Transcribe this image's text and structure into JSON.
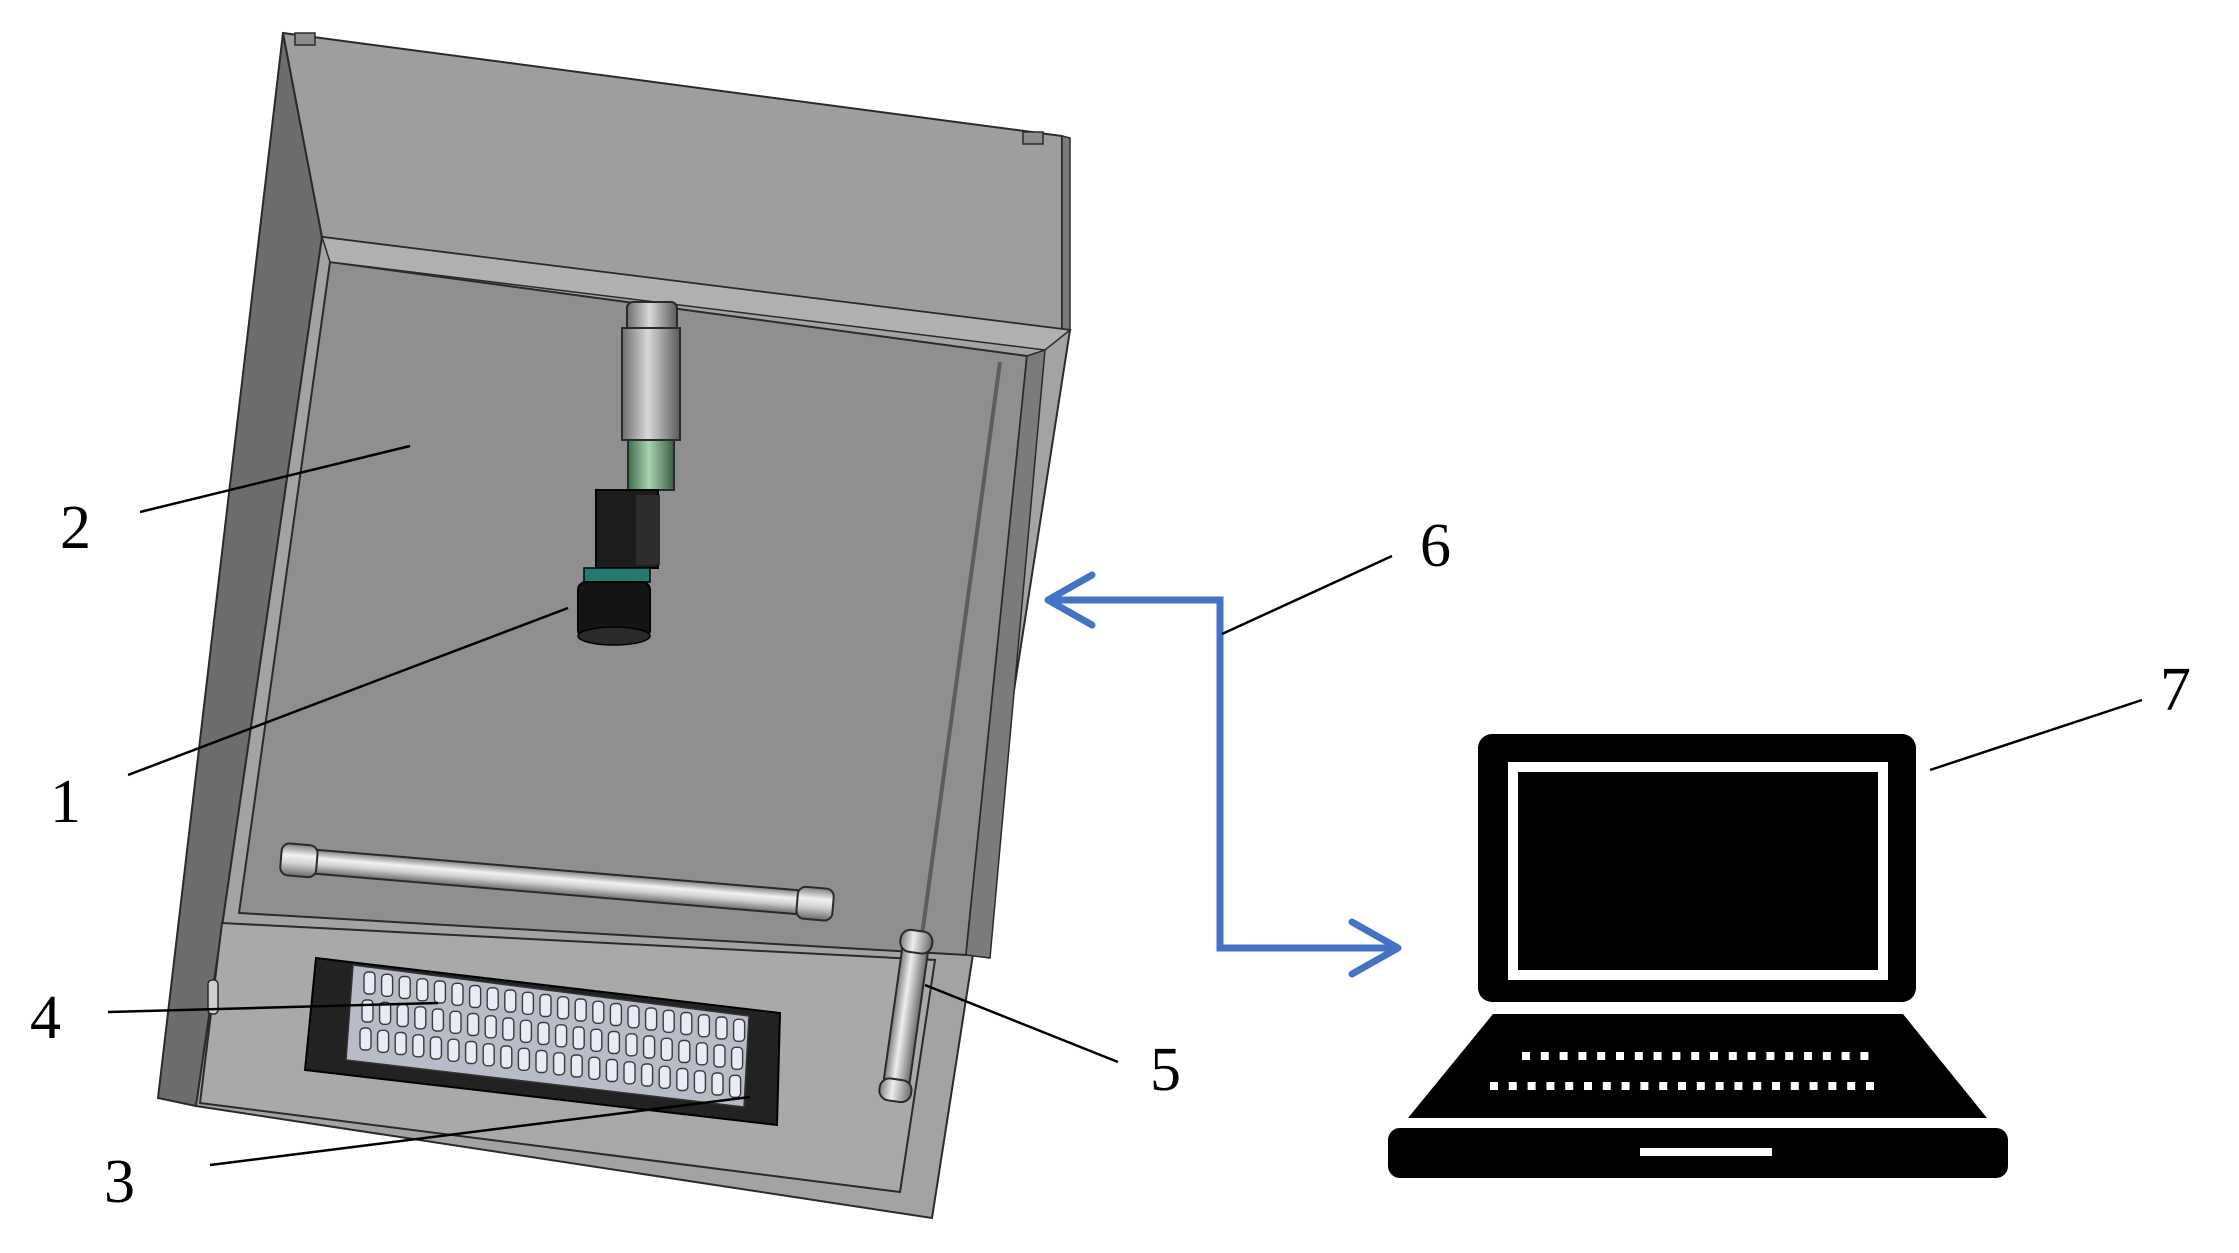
{
  "figure": {
    "labels": [
      {
        "id": "camera",
        "text": "1"
      },
      {
        "id": "enclosure",
        "text": "2"
      },
      {
        "id": "sample-holder",
        "text": "3"
      },
      {
        "id": "sample-tray",
        "text": "4"
      },
      {
        "id": "light-tube",
        "text": "5"
      },
      {
        "id": "data-connection",
        "text": "6"
      },
      {
        "id": "computer",
        "text": "7"
      }
    ]
  },
  "colors": {
    "arrow": "#4472c4",
    "box_face": "#9a9a9a",
    "box_outline": "#2a2a2a",
    "leader_line": "#000000"
  }
}
